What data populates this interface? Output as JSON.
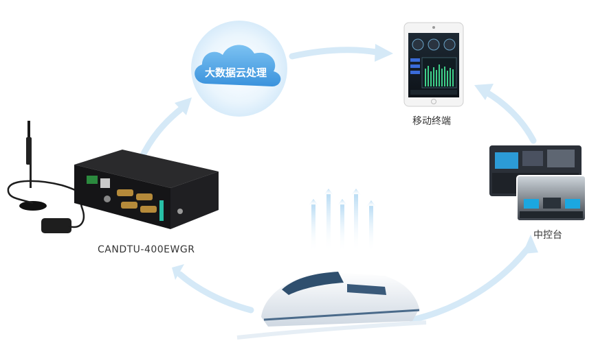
{
  "nodes": {
    "cloud": {
      "label": "大数据云处理"
    },
    "mobile": {
      "label": "移动终端"
    },
    "console": {
      "label": "中控台"
    },
    "device": {
      "label": "CANDTU-400EWGR"
    }
  },
  "colors": {
    "arrow": "#cfe6f6",
    "cloud_blue": "#4aa3e6",
    "halo": "#e2f1fc",
    "device_body": "#1c1c1e",
    "train_white": "#eef2f6",
    "train_blue": "#2f4f6e"
  },
  "icons": {
    "cloud": "cloud-icon",
    "tablet": "tablet-icon",
    "console": "control-console-icon",
    "device": "gateway-device-icon",
    "train": "high-speed-train-icon",
    "antenna": "antenna-icon",
    "gps": "gps-module-icon"
  }
}
